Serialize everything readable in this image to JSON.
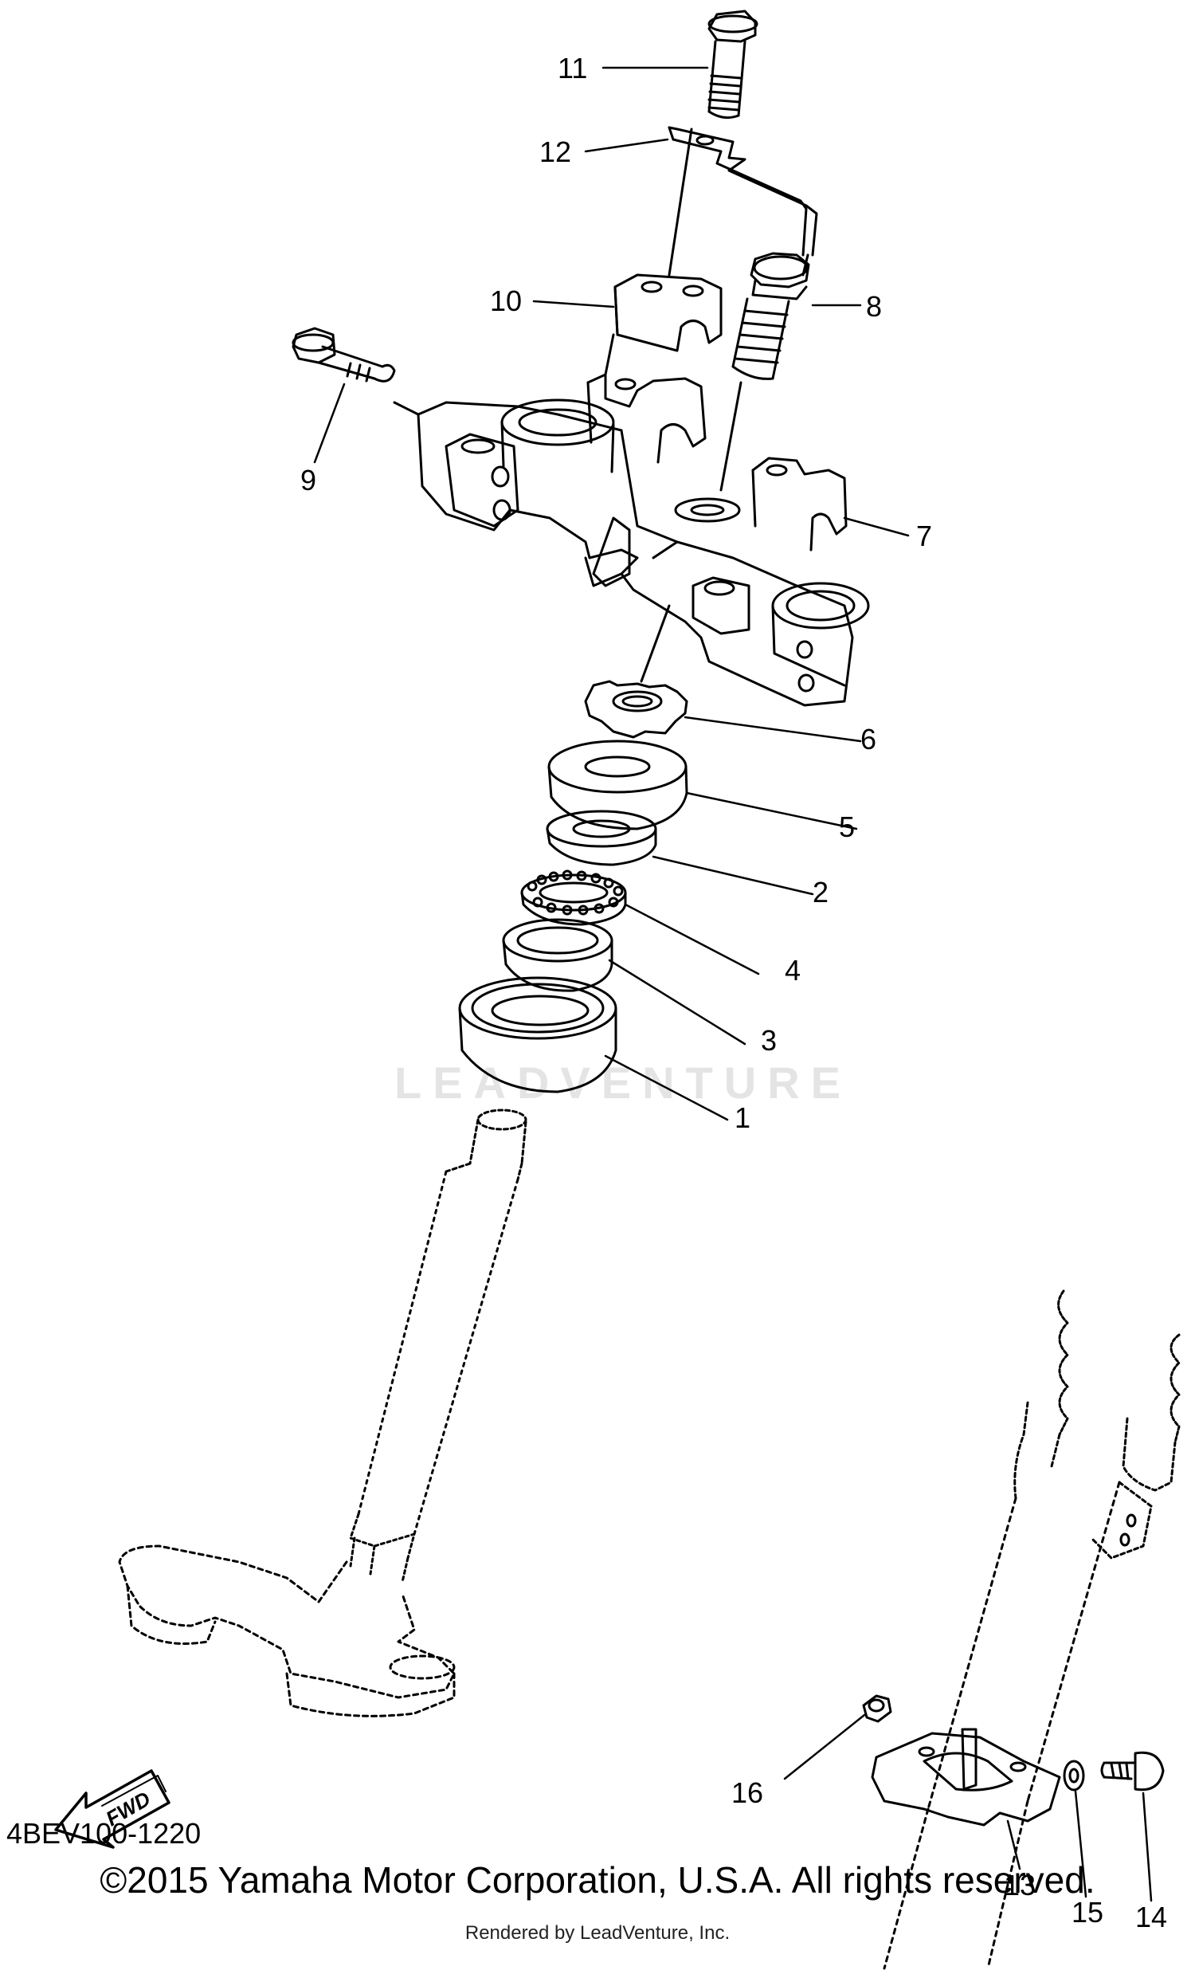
{
  "diagram": {
    "callouts": [
      "11",
      "12",
      "10",
      "8",
      "9",
      "7",
      "6",
      "5",
      "2",
      "4",
      "3",
      "1",
      "16",
      "13",
      "15",
      "14"
    ],
    "fwd_label": "FWD",
    "watermark": "LEADVENTURE",
    "ref_code": "4BEV100-1220",
    "copyright": "©2015 Yamaha Motor Corporation, U.S.A. All rights reserved.",
    "rendered_by": "Rendered by LeadVenture, Inc."
  },
  "icons": {
    "fwd_arrow": "fwd-arrow-icon"
  }
}
